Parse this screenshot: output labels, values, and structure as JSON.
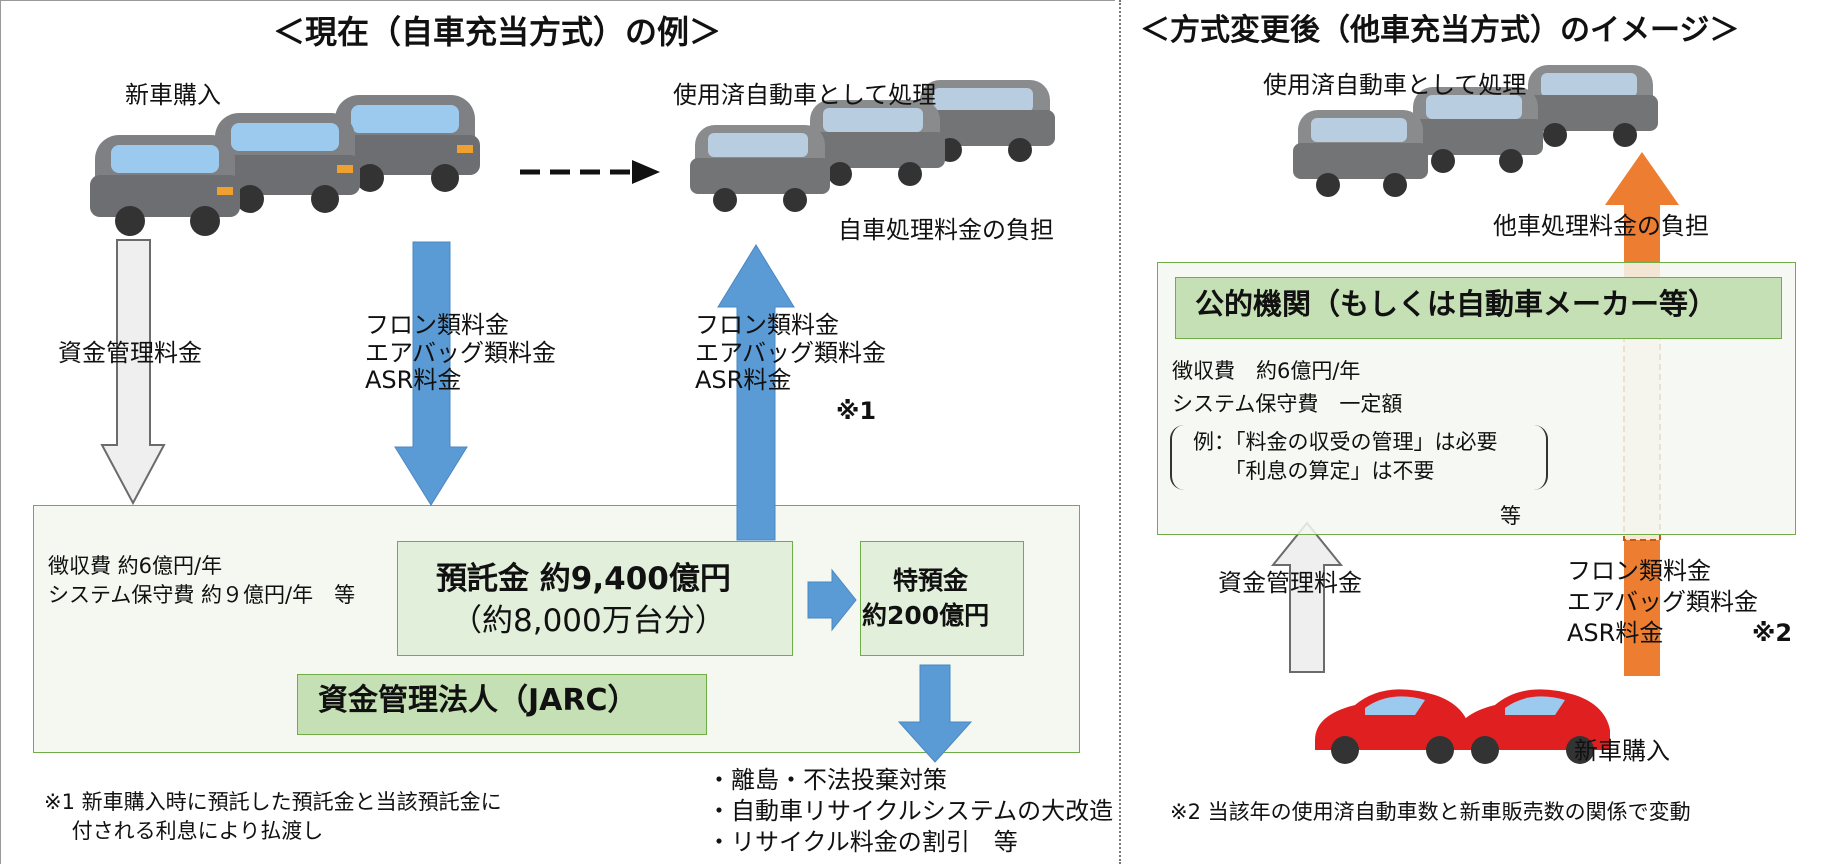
{
  "left": {
    "title": "＜現在（自車充当方式）の例＞",
    "new_car_label": "新車購入",
    "used_car_label": "使用済自動車として処理",
    "own_fee_label": "自車処理料金の負担",
    "fund_fee_label": "資金管理料金",
    "fees_down": "フロン類料金\nエアバッグ類料金\nASR料金",
    "fees_up": "フロン類料金\nエアバッグ類料金\nASR料金",
    "note_mark_1": "※1",
    "costs": "徴収費 約6億円/年\nシステム保守費 約９億円/年　等",
    "deposit_line1": "預託金 約9,400億円",
    "deposit_line2": "（約8,000万台分）",
    "special_line1": "特預金",
    "special_line2": "約200億円",
    "jarc": "資金管理法人（JARC）",
    "uses": "・離島・不法投棄対策\n・自動車リサイクルシステムの大改造\n・リサイクル料金の割引　等",
    "footnote_1": "※1 新車購入時に預託した預託金と当該預託金に\n　 付される利息により払渡し"
  },
  "right": {
    "title": "＜方式変更後（他車充当方式）のイメージ＞",
    "used_car_label": "使用済自動車として処理",
    "other_fee_label": "他車処理料金の負担",
    "agency": "公的機関（もしくは自動車メーカー等）",
    "costs": "徴収費　約6億円/年\nシステム保守費　一定額",
    "example": "例：「料金の収受の管理」は必要\n　　「利息の算定」は不要",
    "etc": "等",
    "fund_fee_label": "資金管理料金",
    "fees": "フロン類料金\nエアバッグ類料金\nASR料金",
    "note_mark_2": "※2",
    "new_car_label": "新車購入",
    "footnote_2": "※2 当該年の使用済自動車数と新車販売数の関係で変動"
  },
  "colors": {
    "blue_arrow": "#5b9bd5",
    "orange_arrow": "#ed7d31",
    "green_fill": "#e2efda",
    "panel_fill": "#f4f8f1",
    "green_border": "#70ad47",
    "gray_car": "#7f8083",
    "red_car": "#e02020"
  }
}
